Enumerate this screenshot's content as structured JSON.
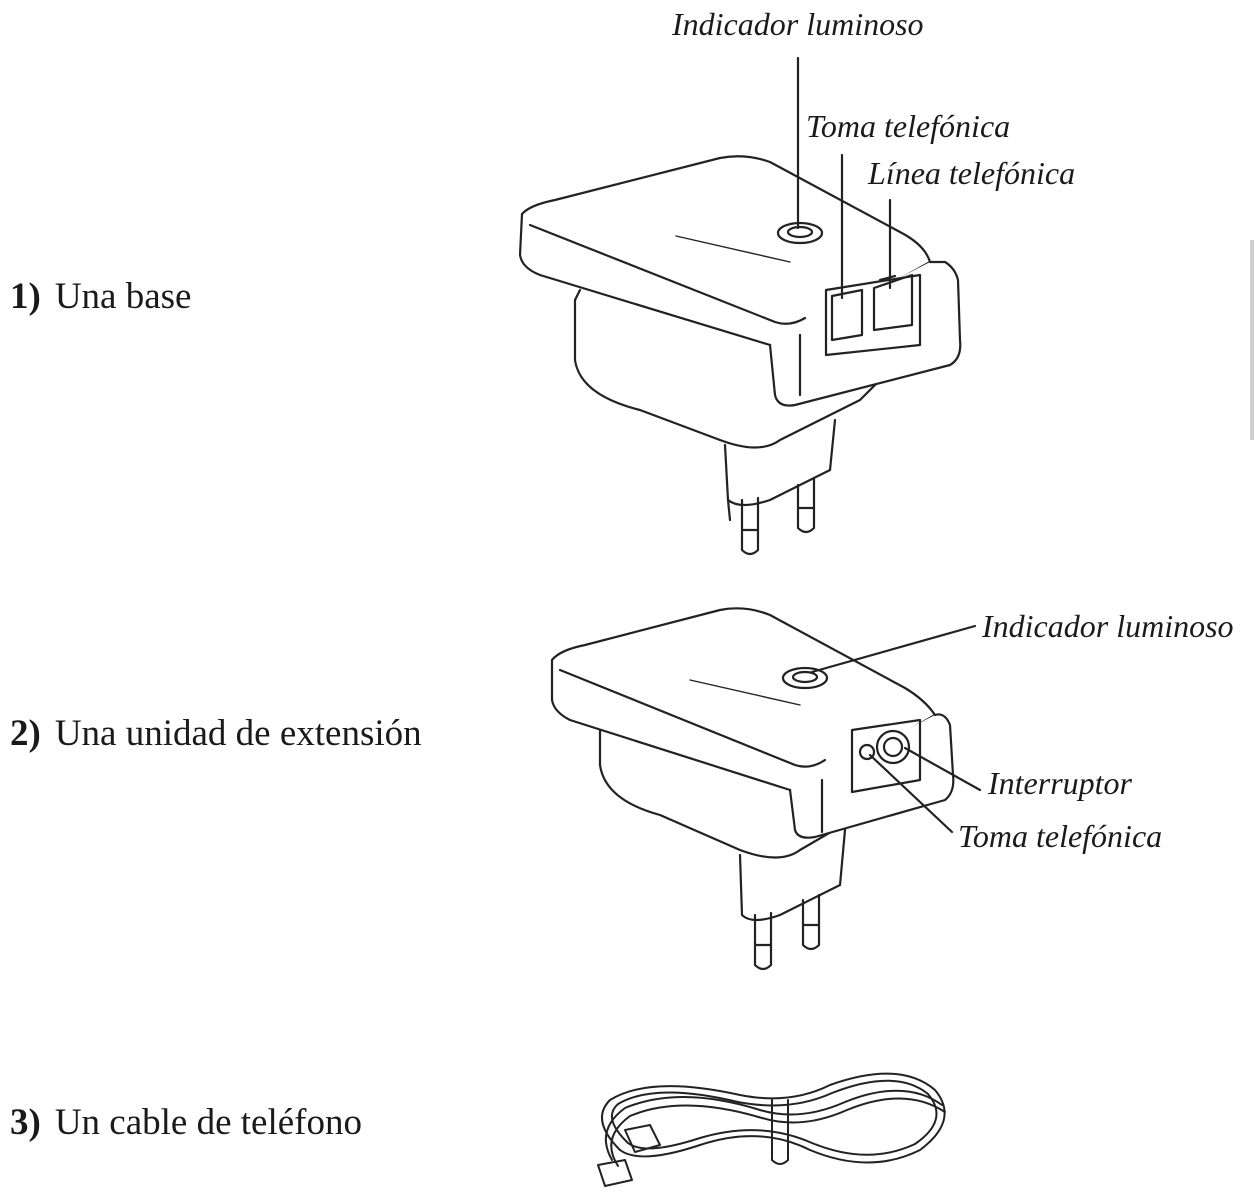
{
  "items": [
    {
      "num": "1)",
      "label": "Una base"
    },
    {
      "num": "2)",
      "label": "Una unidad de extensión"
    },
    {
      "num": "3)",
      "label": "Un cable de teléfono"
    }
  ],
  "base_callouts": {
    "indicator": "Indicador luminoso",
    "phone_socket": "Toma telefónica",
    "phone_line": "Línea telefónica"
  },
  "extension_callouts": {
    "indicator": "Indicador luminoso",
    "switch": "Interruptor",
    "phone_socket": "Toma telefónica"
  }
}
